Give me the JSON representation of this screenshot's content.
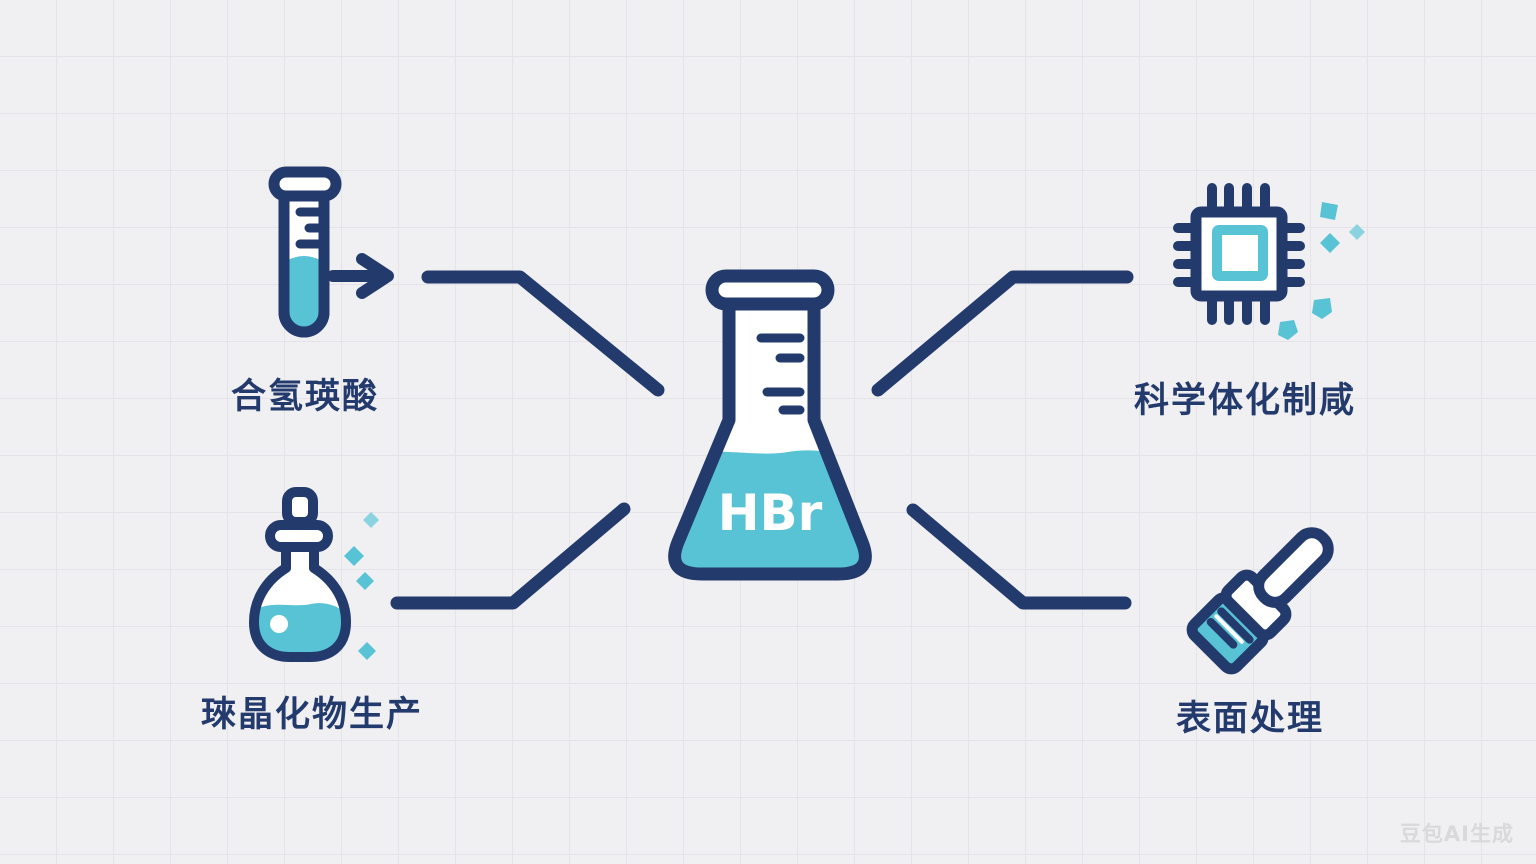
{
  "title": "HBr applications diagram",
  "colors": {
    "navy": "#233a6d",
    "teal": "#57c3d5",
    "teal_light": "#8ad4e1",
    "white": "#ffffff",
    "bg": "#f0eff1",
    "grid": "#e4e4e8",
    "watermark": "#d9d9dc"
  },
  "center": {
    "icon": "erlenmeyer-flask-icon",
    "formula": "HBr"
  },
  "nodes": [
    {
      "id": "top-left",
      "icon": "test-tube-icon",
      "label": "合氢瑛酸"
    },
    {
      "id": "top-right",
      "icon": "microchip-icon",
      "label": "科学体化制咸"
    },
    {
      "id": "bottom-left",
      "icon": "round-flask-icon",
      "label": "琜晶化物生产"
    },
    {
      "id": "bottom-right",
      "icon": "brush-icon",
      "label": "表面处理"
    }
  ],
  "watermark": "豆包AI生成"
}
